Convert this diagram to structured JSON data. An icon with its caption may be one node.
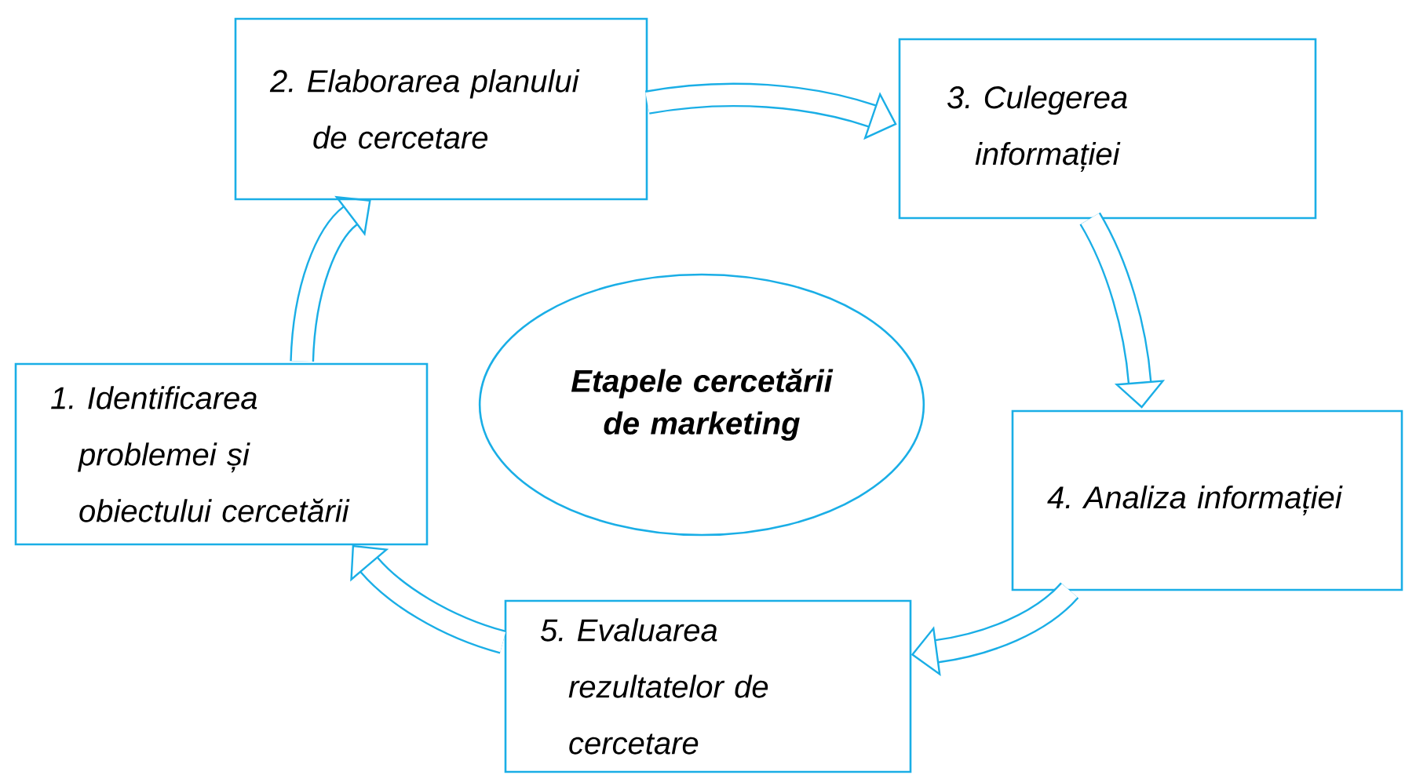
{
  "diagram": {
    "nodes": [
      {
        "text": [
          "1. Identificarea problemei și obiectului cercetării"
        ]
      },
      {
        "text": [
          "2. Elaborarea planului de cercetare"
        ]
      },
      {
        "text": [
          "3. Culegerea informației"
        ]
      },
      {
        "text": [
          "4. Analiza informației"
        ]
      },
      {
        "text": [
          "5. Evaluarea rezultatelor de cercetare"
        ]
      },
      {
        "text": [
          "Etapele cercetării de marketing"
        ]
      }
    ],
    "edges": [
      {
        "from": 0,
        "to": 1,
        "arrow": "to"
      },
      {
        "from": 1,
        "to": 2,
        "arrow": "to"
      },
      {
        "from": 2,
        "to": 3,
        "arrow": "to"
      },
      {
        "from": 3,
        "to": 4,
        "arrow": "to"
      },
      {
        "from": 4,
        "to": 0,
        "arrow": "to"
      }
    ]
  }
}
